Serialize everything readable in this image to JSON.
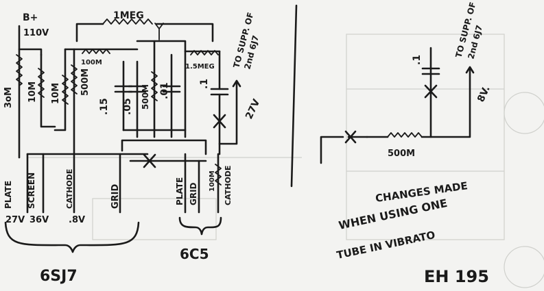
{
  "supply": {
    "label": "B+",
    "voltage": "110V"
  },
  "resistors": {
    "r_3om": "3oM",
    "r_10m_a": "10M",
    "r_10m_b": "10M",
    "r_500m_left": "500M",
    "r_100m": "100M",
    "r_500m_mid": "500M",
    "r_1meg": "1MEG",
    "r_1_5meg": "1.5MEG",
    "r_100m_cathode": "100M",
    "r_500m_right": "500M"
  },
  "capacitors": {
    "c_15": ".15",
    "c_05": ".05",
    "c_01": ".01",
    "c_1_left": ".1",
    "c_1_right": ".1"
  },
  "left_output": {
    "line1": "TO SUPP. OF",
    "line2": "2nd 6J7",
    "voltage": "27V"
  },
  "right_output": {
    "line1": "TO SUPP. OF",
    "line2": "2nd 6J7",
    "voltage": "8V."
  },
  "pins_6sj7": {
    "plate": "PLATE",
    "screen": "SCREEN",
    "cathode": "CATHODE",
    "grid": "GRID",
    "plate_v": "27V",
    "screen_v": "36V",
    "cathode_v": ".8V"
  },
  "pins_6c5": {
    "plate": "PLATE",
    "grid": "GRID",
    "cathode": "CATHODE"
  },
  "tube_left": "6SJ7",
  "tube_right": "6C5",
  "note": {
    "line1": "CHANGES MADE",
    "line2": "WHEN USING ONE",
    "line3": "TUBE IN VIBRATO"
  },
  "ref": "EH 195"
}
